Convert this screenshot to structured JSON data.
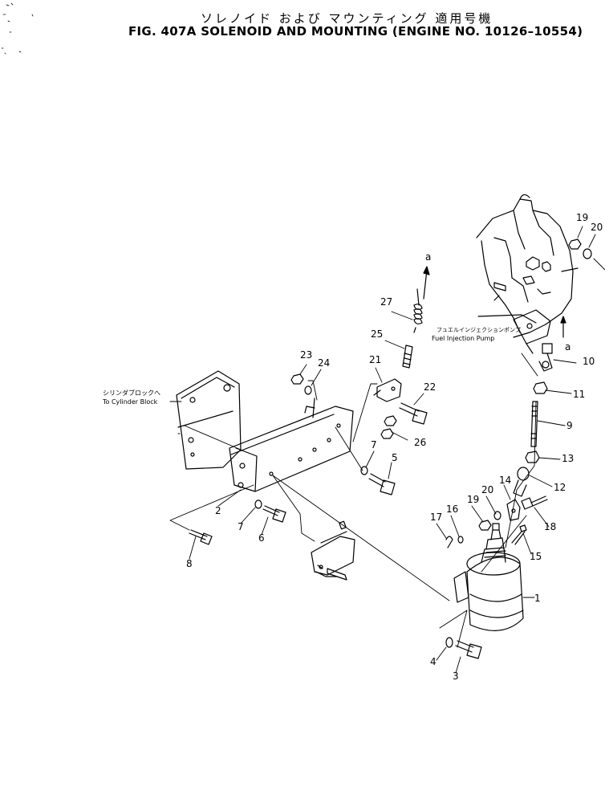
{
  "header": {
    "title_jp": "ソレノイド および マウンティング 適用号機",
    "title_en": "FIG. 407A SOLENOID AND MOUNTING (ENGINE NO. 10126–10554)"
  },
  "annotations": {
    "cyl_block_jp": "シリンダブロックへ",
    "cyl_block_en": "To Cylinder Block",
    "fuel_pump_jp": "フュエルインジェクションポンプ",
    "fuel_pump_en": "Fuel Injection Pump",
    "view_a_top": "a",
    "view_a_side": "a"
  },
  "part_numbers": [
    "1",
    "2",
    "3",
    "4",
    "5",
    "6",
    "7",
    "7",
    "8",
    "9",
    "10",
    "11",
    "12",
    "13",
    "14",
    "15",
    "16",
    "17",
    "18",
    "19",
    "19",
    "20",
    "20",
    "21",
    "22",
    "23",
    "24",
    "25",
    "26",
    "27"
  ]
}
